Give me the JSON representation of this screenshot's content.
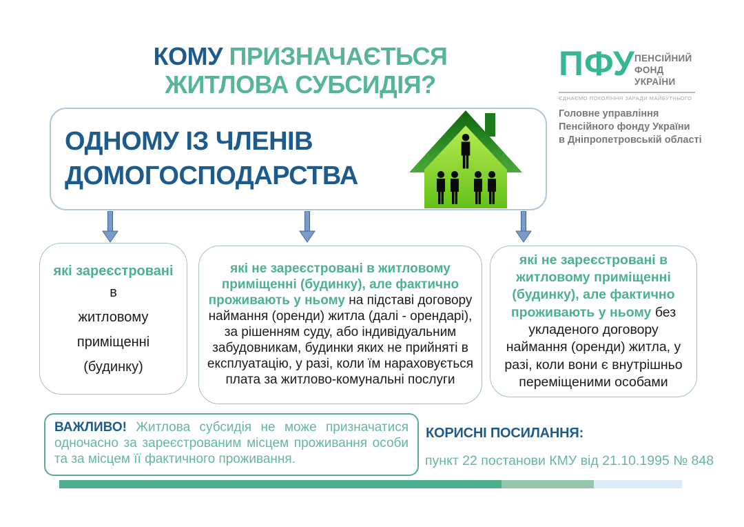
{
  "header": {
    "title_word1": "КОМУ",
    "title_rest1": "ПРИЗНАЧАЄТЬСЯ",
    "title_line2": "ЖИТЛОВА СУБСИДІЯ?"
  },
  "logo": {
    "abbr": "ПФУ",
    "name": "ПЕНСІЙНИЙ\nФОНД\nУКРАЇНИ",
    "tagline": "ЄДНАЄМО ПОКОЛІННЯ ЗАРАДИ МАЙБУТНЬОГО",
    "department": "Головне управління\nПенсійного фонду України\nв Дніпропетровській області"
  },
  "main_box": {
    "text": "ОДНОМУ ІЗ ЧЛЕНІВ\nДОМОГОСПОДАРСТВА",
    "icon": "house-with-people-icon"
  },
  "branches": [
    {
      "highlight": "які зареєстровані",
      "rest": "в\nжитловому\nприміщенні\n(будинку)"
    },
    {
      "highlight": "які не зареєстровані в житловому приміщенні (будинку), але фактично проживають у ньому",
      "rest": "на підставі договору наймання (оренди) житла (далі - орендарі), за рішенням суду, або індивідуальним забудовникам, будинки яких не прийняті в експлуатацію, у разі, коли їм нараховується плата за житлово-комунальні послуги"
    },
    {
      "highlight": "які не зареєстровані в житловому приміщенні (будинку), але фактично проживають у ньому",
      "rest": "без укладеного договору наймання (оренди) житла, у разі, коли вони є внутрішньо переміщеними особами"
    }
  ],
  "important": {
    "label": "ВАЖЛИВО!",
    "text": "Житлова субсидія не може призначатися одночасно за зареєстрованим місцем проживання особи та за місцем її фактичного проживання."
  },
  "links": {
    "heading": "КОРИСНІ ПОСИЛАННЯ:",
    "reference": "пункт 22 постанови КМУ від 21.10.1995 № 848"
  },
  "colors": {
    "dark_blue": "#1e5b8d",
    "teal_text": "#55b596",
    "logo_teal": "#38b593",
    "gray_text": "#77787b",
    "arrow_blue": "#7b9cc9",
    "bar_teal": "#4cae8b",
    "bar_sage": "#95c5ab",
    "bar_light_blue": "#dcebf7",
    "house_green_dark": "#157815",
    "house_green_light": "#9ade3a"
  }
}
